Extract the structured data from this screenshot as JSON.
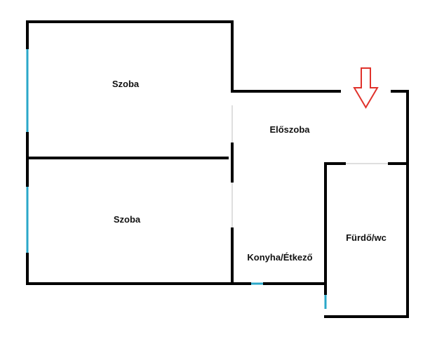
{
  "rooms": {
    "szoba_top": "Szoba",
    "szoba_bottom": "Szoba",
    "eloszoba": "Előszoba",
    "konyha": "Konyha/Étkező",
    "furdo": "Fürdő/wc"
  },
  "colors": {
    "wall": "#000000",
    "window": "#2aa7c9",
    "entrance_arrow": "#e0322b",
    "door_line": "#bfbfbf",
    "background": "#ffffff"
  },
  "icons": {
    "entrance": "down-arrow-icon"
  }
}
